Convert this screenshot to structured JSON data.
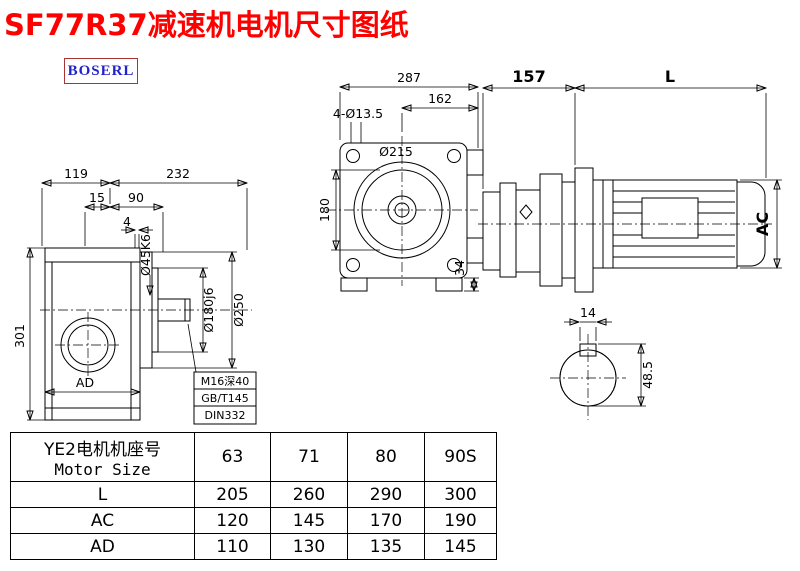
{
  "page": {
    "title": "SF77R37减速机电机尺寸图纸",
    "logo": "BOSERL",
    "title_color": "#ff0000",
    "logo_text_color": "#2222cc",
    "logo_border_color": "#aa3333",
    "line_color": "#000000",
    "background": "#ffffff"
  },
  "dims": {
    "side_119": "119",
    "side_232": "232",
    "side_15": "15",
    "side_90": "90",
    "side_4": "4",
    "side_301": "301",
    "side_ad": "AD",
    "side_shaft_dia": "Ø45K6",
    "side_spigot_dia": "Ø180j6",
    "side_flange_dia": "Ø250",
    "note_line1": "M16深40",
    "note_line2": "GB/T145",
    "note_line3": "DIN332",
    "front_287": "287",
    "front_162": "162",
    "front_holes": "4-Ø13.5",
    "front_215": "Ø215",
    "front_180": "180",
    "front_34": "34",
    "motor_157": "157",
    "motor_L": "L",
    "motor_AC": "AC",
    "key_14": "14",
    "shaft_485": "48.5"
  },
  "table": {
    "header": {
      "label_cn": "YE2电机机座号",
      "label_en": "Motor Size",
      "sizes": [
        "63",
        "71",
        "80",
        "90S"
      ]
    },
    "rows": [
      {
        "label": "L",
        "values": [
          "205",
          "260",
          "290",
          "300"
        ]
      },
      {
        "label": "AC",
        "values": [
          "120",
          "145",
          "170",
          "190"
        ]
      },
      {
        "label": "AD",
        "values": [
          "110",
          "130",
          "135",
          "145"
        ]
      }
    ]
  }
}
